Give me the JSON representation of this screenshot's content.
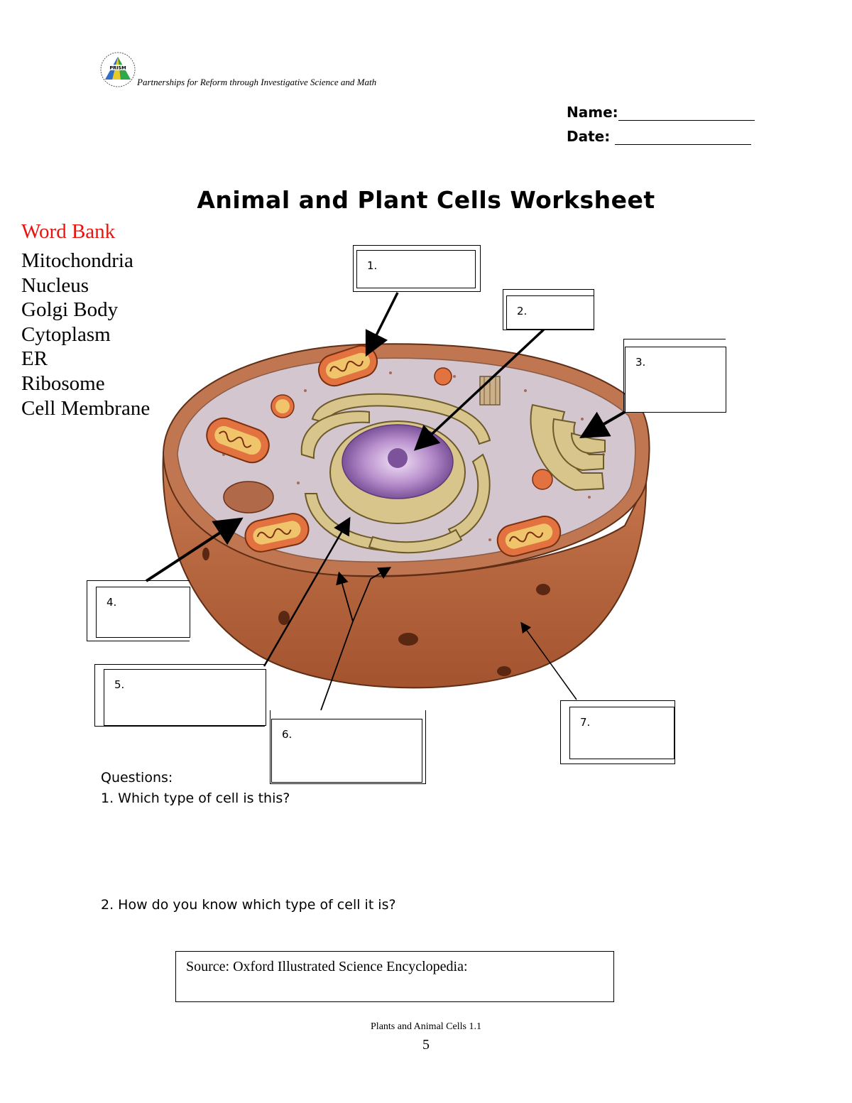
{
  "header": {
    "org_tagline": "Partnerships for Reform through Investigative Science and Math",
    "logo_text": "PRISM"
  },
  "fields": {
    "name_label": "Name:",
    "date_label": "Date:"
  },
  "title": "Animal and Plant Cells Worksheet",
  "word_bank": {
    "title": "Word Bank",
    "items": [
      "Mitochondria",
      "Nucleus",
      "Golgi Body",
      "Cytoplasm",
      "ER",
      "Ribosome",
      "Cell Membrane"
    ]
  },
  "label_boxes": [
    "1.",
    "2.",
    "3.",
    "4.",
    "5.",
    "6.",
    "7."
  ],
  "questions": {
    "heading": "Questions:",
    "q1": "1. Which type of cell is this?",
    "q2": "2. How do you know which type of cell it is?"
  },
  "source": "Source: Oxford Illustrated Science Encyclopedia:",
  "footer": {
    "caption": "Plants and Animal Cells 1.1",
    "page_number": "5"
  },
  "colors": {
    "word_bank_title": "#e8140e",
    "membrane": "#b8653e",
    "cytoplasm": "#cfc3cc",
    "mitochondria": "#e2723f",
    "nucleus": "#9b72b5",
    "golgi_er": "#d8c58c"
  }
}
